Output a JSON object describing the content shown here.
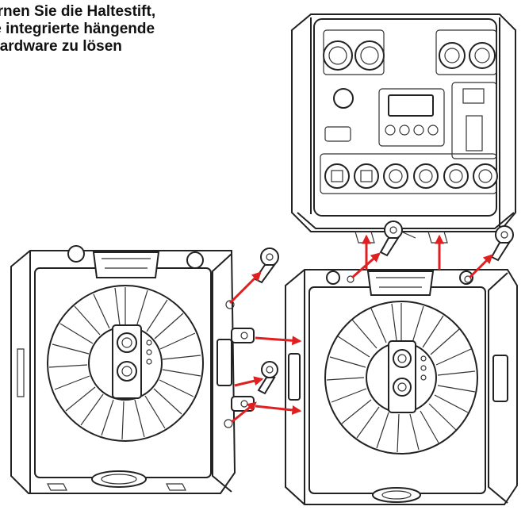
{
  "caption": {
    "lines": [
      "ernen Sie die Haltestift,",
      "ie integrierte hängende",
      "Hardware zu lösen"
    ]
  },
  "colors": {
    "arrow": "#e02020",
    "line": "#222222",
    "background": "#ffffff"
  }
}
